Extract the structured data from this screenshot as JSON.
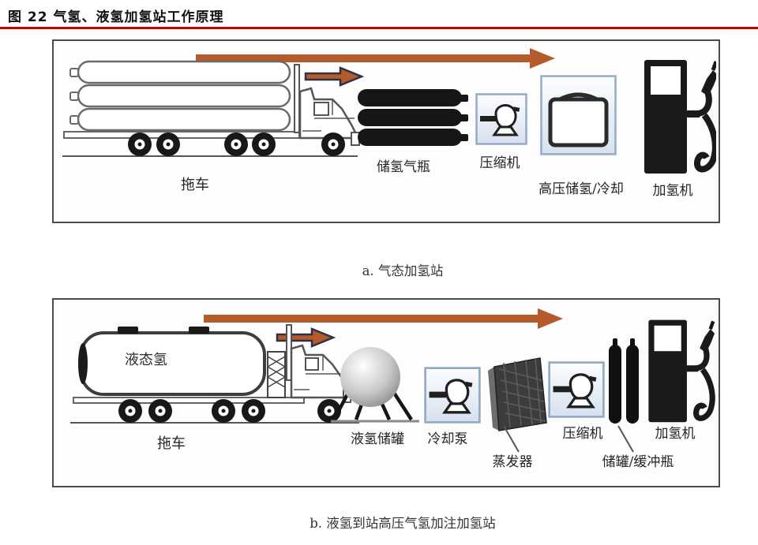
{
  "colors": {
    "accent-red": "#c40000",
    "arrow": "#b45a2b",
    "ink": "#1a1a1a",
    "icon-frame": "#94abc7"
  },
  "header": {
    "title": "图 22 气氢、液氢加氢站工作原理"
  },
  "icons": {
    "flow-arrow-icon": "long orange right arrow",
    "transfer-arrow-icon": "short orange right arrow with dark outline",
    "tube-trailer-truck-icon": "line-art semi truck carrying 3 horizontal gas tubes",
    "tanker-truck-icon": "line-art semi truck with liquid tank",
    "gas-cylinders-icon": "three black horizontal cylinders",
    "compressor-icon": "pump glyph in light blue square",
    "cooling-pump-icon": "pump glyph in light blue square",
    "hp-storage-icon": "arched container in light blue square",
    "evaporator-icon": "dark corrugated heat-exchanger panel",
    "sphere-tank-icon": "gray sphere on four legs",
    "buffer-cylinders-icon": "two vertical black cylinders",
    "dispenser-icon": "black fuel dispenser with nozzle"
  },
  "panel_a": {
    "caption": "a. 气态加氢站",
    "labels": {
      "trailer": "拖车",
      "cylinders": "储氢气瓶",
      "compressor": "压缩机",
      "hp_storage": "高压储氢/冷却",
      "dispenser": "加氢机"
    }
  },
  "panel_b": {
    "caption": "b. 液氢到站高压气氢加注加氢站",
    "tank_text": "液态氢",
    "labels": {
      "trailer": "拖车",
      "sphere_tank": "液氢储罐",
      "cooling_pump": "冷却泵",
      "evaporator": "蒸发器",
      "compressor": "压缩机",
      "buffer": "储罐/缓冲瓶",
      "dispenser": "加氢机"
    }
  }
}
